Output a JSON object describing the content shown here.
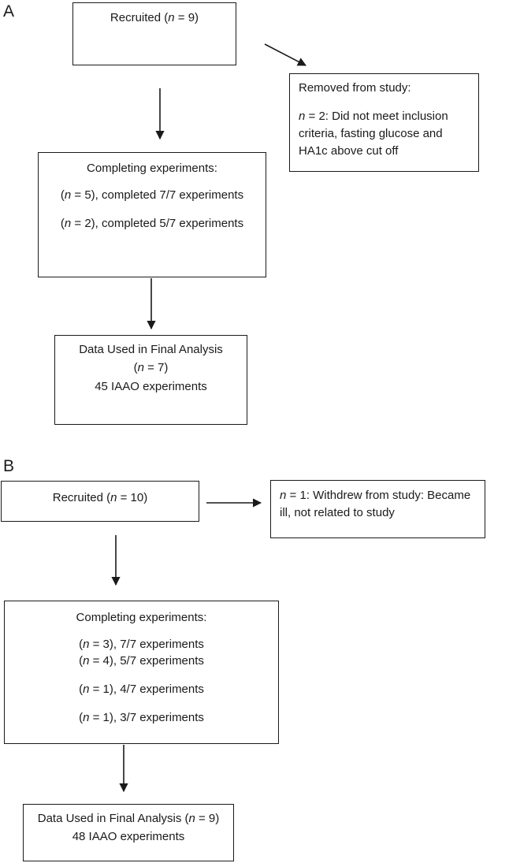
{
  "panel_a": {
    "label": "A",
    "recruited": {
      "pre": "Recruited (",
      "n": "n",
      "post": " = 9)"
    },
    "removed": {
      "title": "Removed from study:",
      "n": "n",
      "detail": " = 2: Did not meet inclusion criteria, fasting glucose and HA1c above cut off"
    },
    "completing": {
      "title": "Completing experiments:",
      "rows": [
        {
          "pre": "(",
          "n": "n",
          "post": " = 5), completed 7/7 experiments"
        },
        {
          "pre": "(",
          "n": "n",
          "post": " = 2), completed 5/7 experiments"
        }
      ]
    },
    "final": {
      "title": "Data Used in Final Analysis",
      "n_pre": "(",
      "n": "n",
      "n_post": " = 7)",
      "experiments": "45 IAAO experiments"
    }
  },
  "panel_b": {
    "label": "B",
    "recruited": {
      "pre": "Recruited (",
      "n": "n",
      "post": " = 10)"
    },
    "withdrew": {
      "n": "n",
      "detail": " = 1: Withdrew from study: Became ill, not related to study"
    },
    "completing": {
      "title": "Completing experiments:",
      "rows": [
        {
          "pre": "(",
          "n": "n",
          "post": " = 3), 7/7 experiments"
        },
        {
          "pre": "(",
          "n": "n",
          "post": " = 4), 5/7 experiments"
        },
        {
          "pre": "(",
          "n": "n",
          "post": " = 1), 4/7 experiments"
        },
        {
          "pre": "(",
          "n": "n",
          "post": " = 1), 3/7 experiments"
        }
      ]
    },
    "final": {
      "pre": "Data Used in Final Analysis (",
      "n": "n",
      "post": " = 9)",
      "experiments": "48 IAAO experiments"
    }
  }
}
